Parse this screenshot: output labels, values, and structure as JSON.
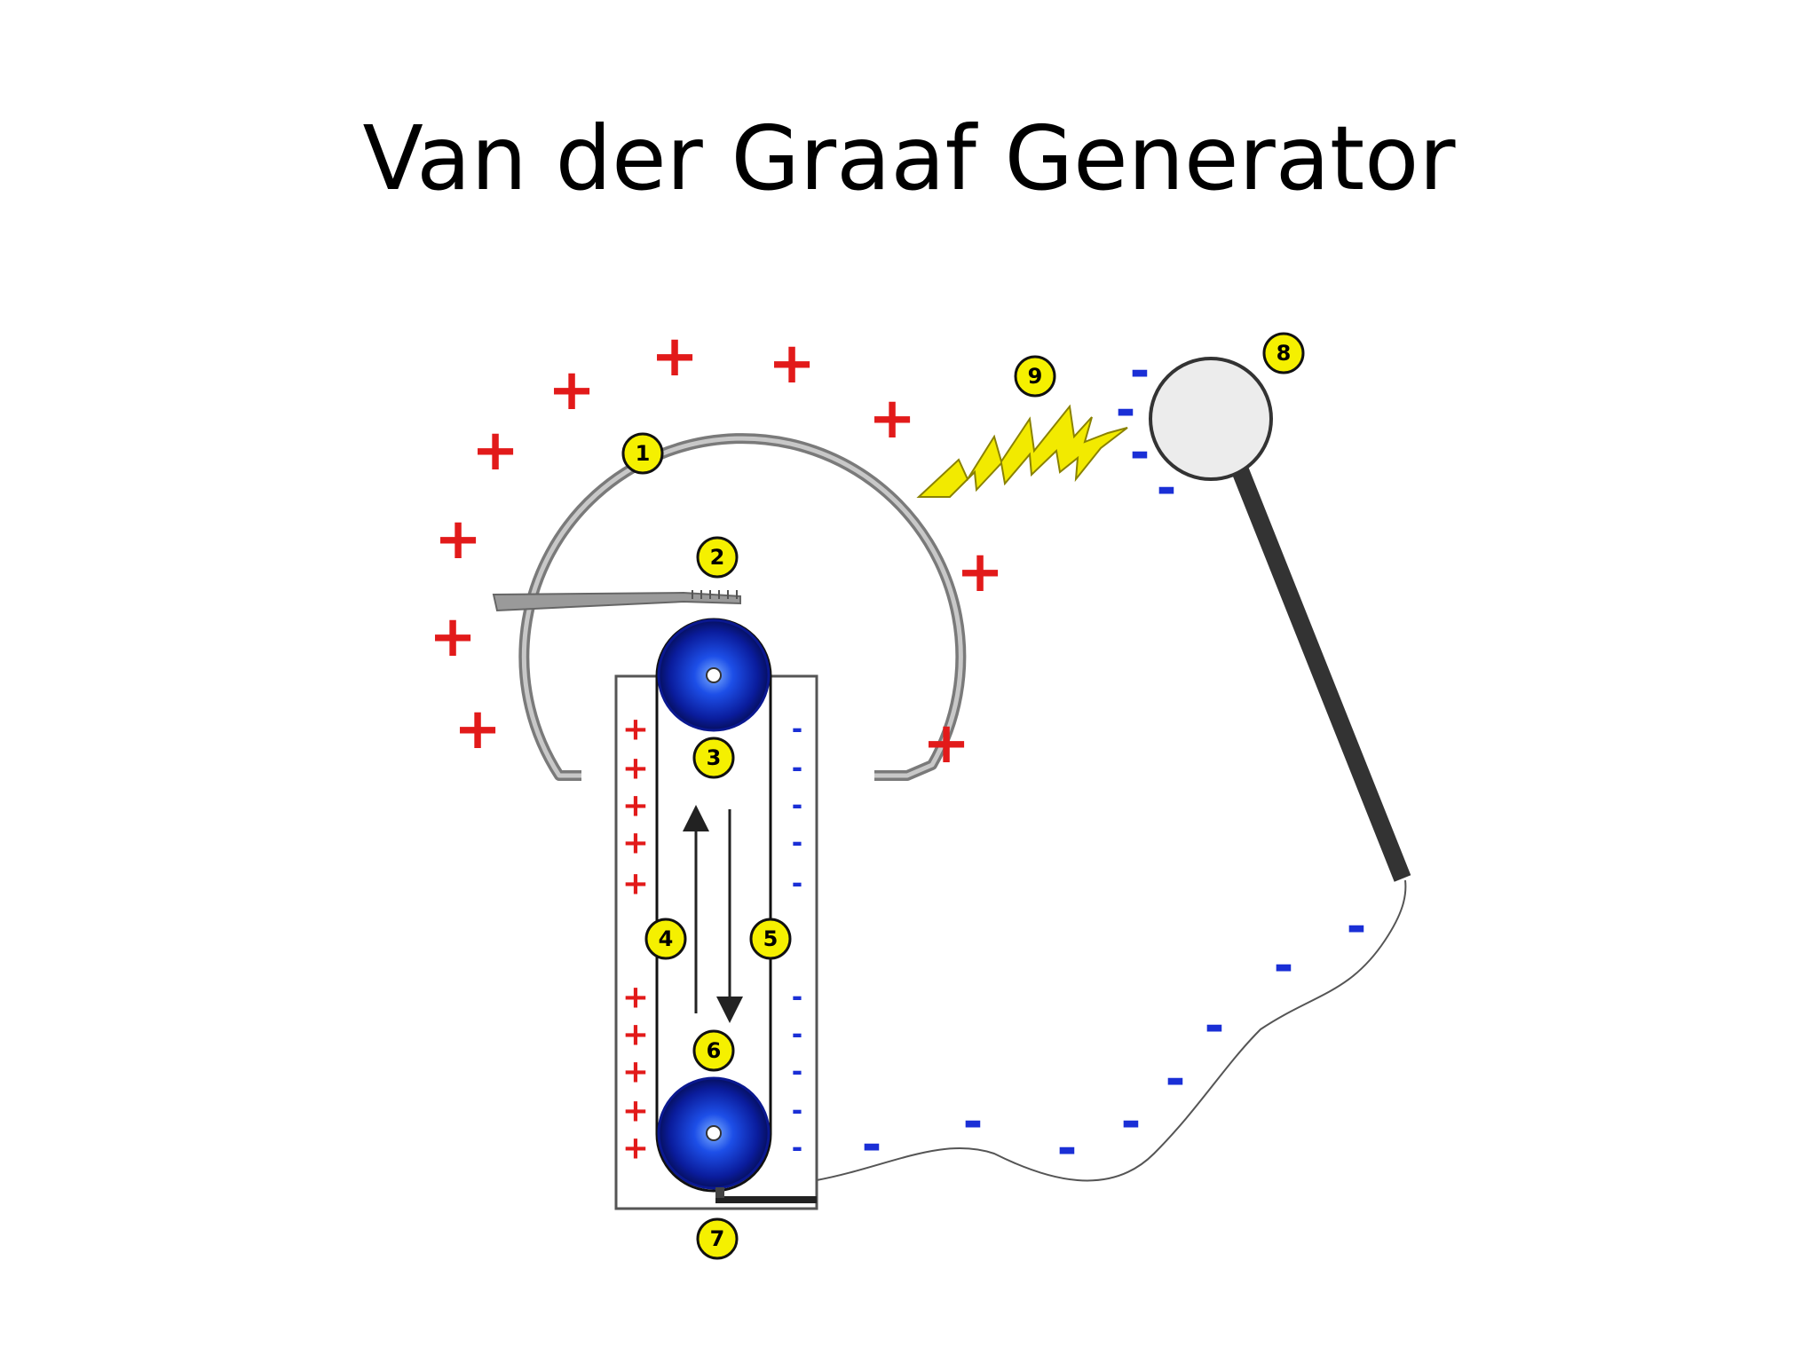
{
  "slide": {
    "title": "Van der Graaf Generator"
  },
  "diagram": {
    "callouts": [
      "1",
      "2",
      "3",
      "4",
      "5",
      "6",
      "7",
      "8",
      "9"
    ],
    "signs": {
      "positive": "+",
      "negative": "-"
    },
    "colors": {
      "positive": "#e21a1a",
      "negative": "#1a2fd6",
      "badge_fill": "#f5f000",
      "spark": "#f2ea00",
      "dome_stroke": "#8a8a8a",
      "rod": "#333333",
      "roller": "#1a2fd6"
    }
  }
}
